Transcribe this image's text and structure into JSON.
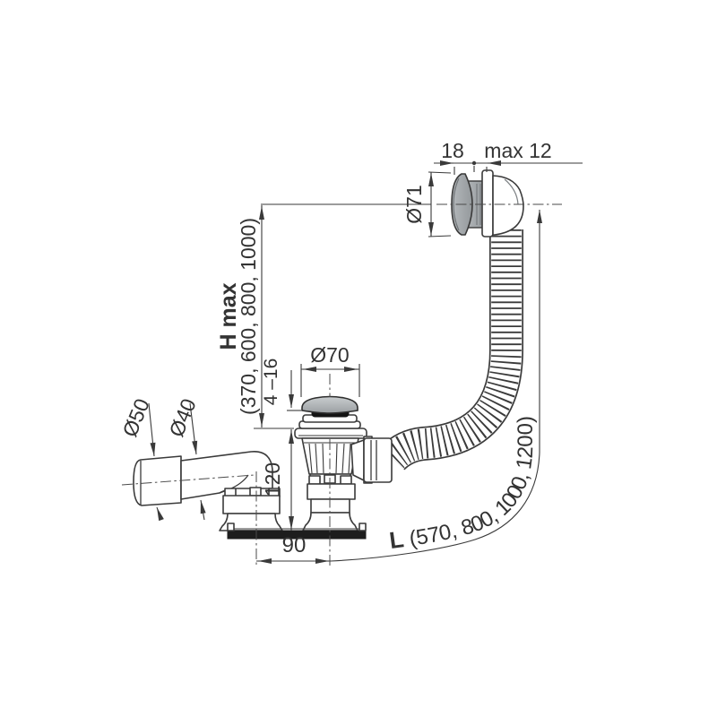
{
  "drawing": {
    "title": "bath-waste-overflow-drain-technical-drawing",
    "labels": {
      "dim_18": "18",
      "dim_max12": "max 12",
      "dia_71": "Ø71",
      "dia_70": "Ø70",
      "dia_50": "Ø50",
      "dia_40": "Ø40",
      "h_max_label": "H max",
      "h_max_values": "(370, 600, 800, 1000)",
      "dim_4_16": "4 –16",
      "dim_120": "120",
      "dim_90": "90",
      "length_label": "L",
      "length_values": " (570, 800, 1000, 1200)"
    },
    "colors": {
      "line": "#3a3a3a",
      "metal_light": "#c6cacc",
      "metal_mid": "#a6aaad",
      "metal_dark": "#999da1",
      "seal_black": "#141414",
      "background": "#ffffff"
    }
  }
}
